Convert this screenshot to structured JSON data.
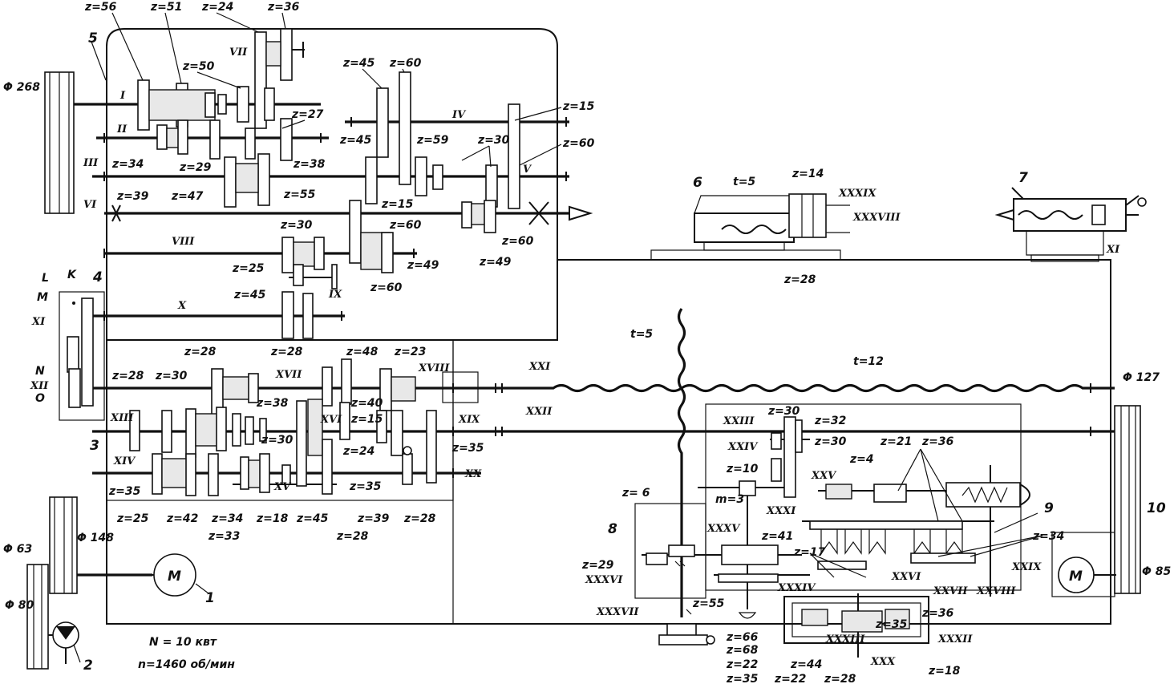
{
  "labels": {
    "z56": "z=56",
    "z51": "z=51",
    "z24": "z=24",
    "z36a": "z=36",
    "z50": "z=50",
    "z27": "z=27",
    "z45a": "z=45",
    "z60a": "z=60",
    "z15a": "z=15",
    "z60b": "z=60",
    "z45b": "z=45",
    "z59": "z=59",
    "z30a": "z=30",
    "z34a": "z=34",
    "z29a": "z=29",
    "z38a": "z=38",
    "z39a": "z=39",
    "z47": "z=47",
    "z55a": "z=55",
    "z15b": "z=15",
    "z60c": "z=60",
    "z30b": "z=30",
    "z60d": "z=60",
    "z49a": "z=49",
    "z49b": "z=49",
    "z25a": "z=25",
    "z45c": "z=45",
    "z60e": "z=60",
    "z28a": "z=28",
    "z30c": "z=30",
    "z28b": "z=28",
    "z28c": "z=28",
    "z48": "z=48",
    "z23": "z=23",
    "z38b": "z=38",
    "z40": "z=40",
    "z15c": "z=15",
    "z30d": "z=30",
    "z24b": "z=24",
    "z35a": "z=35",
    "z35b": "z=35",
    "z35c": "z=35",
    "z25b": "z=25",
    "z42": "z=42",
    "z34b": "z=34",
    "z33": "z=33",
    "z18a": "z=18",
    "z45d": "z=45",
    "z28d": "z=28",
    "z39b": "z=39",
    "z28e": "z=28",
    "z14": "z=14",
    "z28f": "z=28",
    "z30e": "z=30",
    "z32": "z=32",
    "z30f": "z=30",
    "z21": "z=21",
    "z36b": "z=36",
    "z10": "z=10",
    "z4": "z=4",
    "z6": "z= 6",
    "z29b": "z=29",
    "z41": "z=41",
    "z17": "z=17",
    "z55b": "z=55",
    "z34c": "z=34",
    "z66": "z=66",
    "z68": "z=68",
    "z22a": "z=22",
    "z35d": "z=35",
    "z44": "z=44",
    "z22b": "z=22",
    "z28g": "z=28",
    "z35e": "z=35",
    "z36c": "z=36",
    "z18b": "z=18",
    "m3": "m=3",
    "t5a": "t=5",
    "t5b": "t=5",
    "t12": "t=12",
    "d268": "Φ 268",
    "d63": "Φ 63",
    "d148": "Φ 148",
    "d80": "Φ 80",
    "d127": "Φ 127",
    "d85": "Φ 85",
    "motorM1": "M",
    "motorM2": "M",
    "power": "N = 10 квт",
    "speed": "n=1460 об/мин",
    "n1": "1",
    "n2": "2",
    "n3": "3",
    "n4": "4",
    "n5": "5",
    "n6": "6",
    "n7": "7",
    "n8": "8",
    "n9": "9",
    "n10": "10",
    "L": "L",
    "K": "K",
    "M": "M",
    "N": "N",
    "O": "O",
    "rI": "I",
    "rII": "II",
    "rIII": "III",
    "rIV": "IV",
    "rV": "V",
    "rVI": "VI",
    "rVII": "VII",
    "rVIII": "VIII",
    "rIX": "IX",
    "rX": "X",
    "rXIa": "XI",
    "rXIb": "XI",
    "rXII": "XII",
    "rXIII": "XIII",
    "rXIV": "XIV",
    "rXV": "XV",
    "rXVI": "XVI",
    "rXVII": "XVII",
    "rXVIII": "XVIII",
    "rXIX": "XIX",
    "rXX": "XX",
    "rXXI": "XXI",
    "rXXII": "XXII",
    "rXXIII": "XXIII",
    "rXXIV": "XXIV",
    "rXXV": "XXV",
    "rXXVI": "XXVI",
    "rXXVII": "XXVII",
    "rXXVIII": "XXVIII",
    "rXXIX": "XXIX",
    "rXXX": "XXX",
    "rXXXI": "XXXI",
    "rXXXII": "XXXII",
    "rXXXIII": "XXXIII",
    "rXXXIV": "XXXIV",
    "rXXXV": "XXXV",
    "rXXXVI": "XXXVI",
    "rXXXVII": "XXXVII",
    "rXXXVIII": "XXXVIII",
    "rXXXIX": "XXXIX"
  }
}
